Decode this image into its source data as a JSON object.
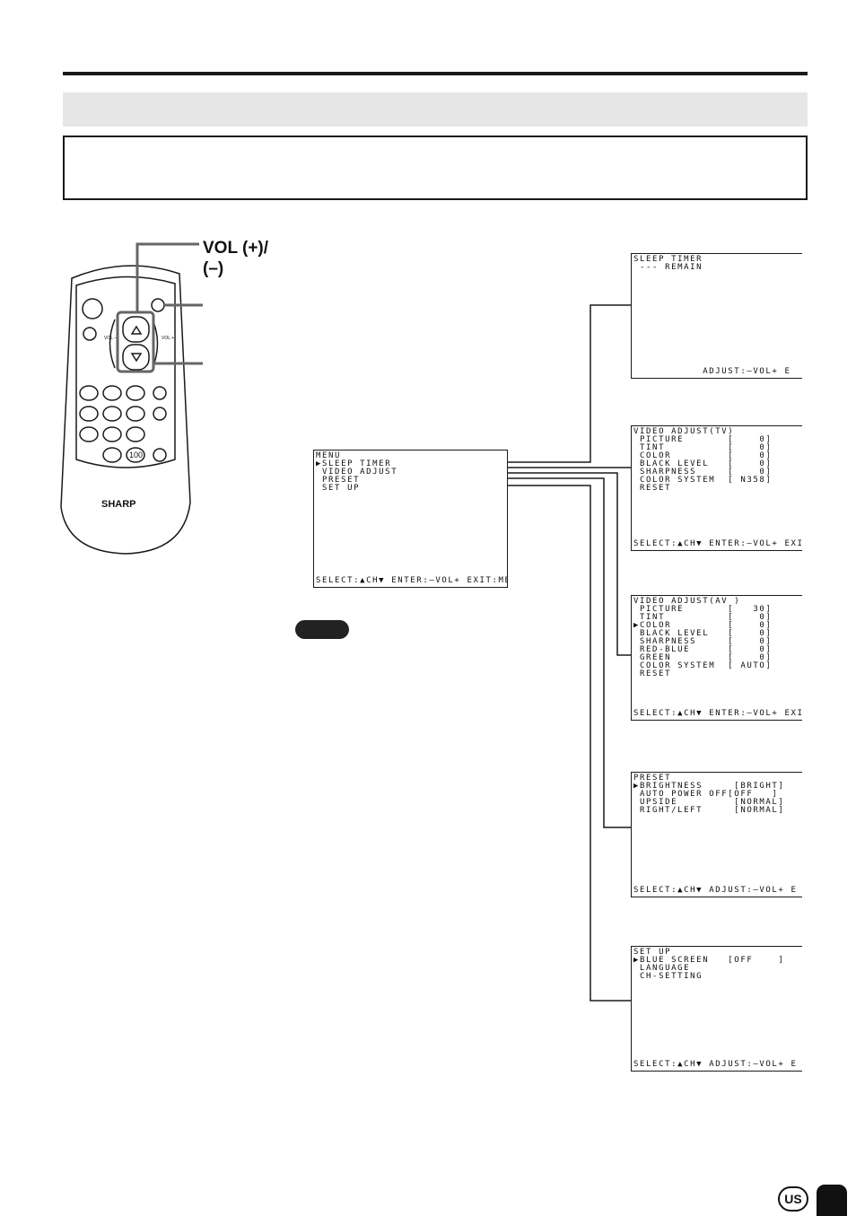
{
  "remote": {
    "brand": "SHARP",
    "vol_minus": "VOL\n–",
    "vol_plus": "VOL\n+",
    "hundred_key": "100"
  },
  "callout": {
    "vol_label": "VOL (+)/\n(–)"
  },
  "menu_screen": {
    "lines": [
      "MENU",
      "▶SLEEP TIMER",
      " VIDEO ADJUST",
      " PRESET",
      " SET UP"
    ],
    "footer": "SELECT:▲CH▼ ENTER:–VOL+ EXIT:MENU"
  },
  "sleep_timer_screen": {
    "lines": [
      "SLEEP TIMER",
      " --- REMAIN"
    ],
    "footer": "           ADJUST:–VOL+ E"
  },
  "video_adjust_tv_screen": {
    "lines": [
      "VIDEO ADJUST(TV)",
      " PICTURE       [    0]",
      " TINT          [    0]",
      " COLOR         [    0]",
      " BLACK LEVEL   [    0]",
      " SHARPNESS     [    0]",
      " COLOR SYSTEM  [ N358]",
      " RESET"
    ],
    "footer": "SELECT:▲CH▼ ENTER:–VOL+ EXI"
  },
  "video_adjust_av_screen": {
    "lines": [
      "VIDEO ADJUST(AV )",
      " PICTURE       [   30]",
      " TINT          [    0]",
      "▶COLOR         [    0]",
      " BLACK LEVEL   [    0]",
      " SHARPNESS     [    0]",
      " RED-BLUE      [    0]",
      " GREEN         [    0]",
      " COLOR SYSTEM  [ AUTO]",
      " RESET"
    ],
    "footer": "SELECT:▲CH▼ ENTER:–VOL+ EXI"
  },
  "preset_screen": {
    "lines": [
      "PRESET",
      "▶BRIGHTNESS     [BRIGHT]",
      " AUTO POWER OFF[OFF   ]",
      " UPSIDE         [NORMAL]",
      " RIGHT/LEFT     [NORMAL]"
    ],
    "footer": "SELECT:▲CH▼ ADJUST:–VOL+ E"
  },
  "setup_screen": {
    "lines": [
      "SET UP",
      "▶BLUE SCREEN   [OFF    ]",
      " LANGUAGE",
      " CH-SETTING"
    ],
    "footer": "SELECT:▲CH▼ ADJUST:–VOL+ E"
  },
  "region_badge": "US"
}
